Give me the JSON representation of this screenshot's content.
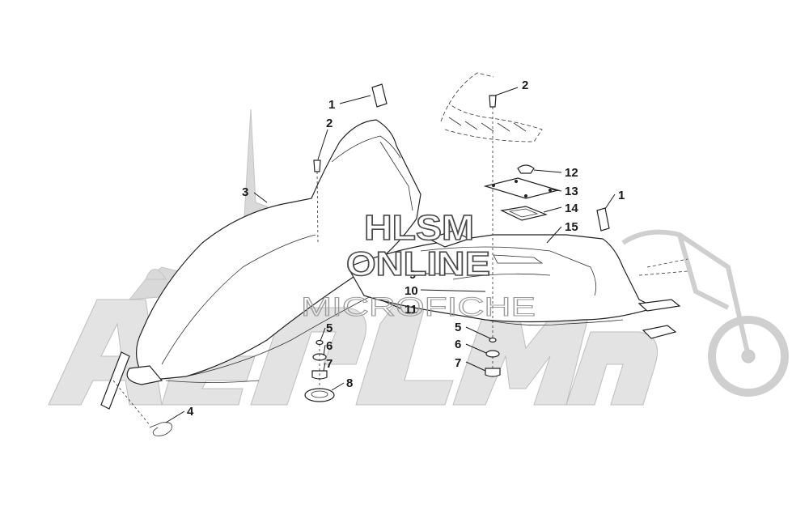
{
  "watermark": {
    "line1": "HLSM",
    "line2": "ONLINE",
    "line3": "MICROFICHE"
  },
  "callouts": [
    {
      "id": "c1a",
      "label": "1"
    },
    {
      "id": "c2a",
      "label": "2"
    },
    {
      "id": "c3",
      "label": "3"
    },
    {
      "id": "c2b",
      "label": "2"
    },
    {
      "id": "c12",
      "label": "12"
    },
    {
      "id": "c13",
      "label": "13"
    },
    {
      "id": "c14",
      "label": "14"
    },
    {
      "id": "c15",
      "label": "15"
    },
    {
      "id": "c1b",
      "label": "1"
    },
    {
      "id": "c9",
      "label": "9"
    },
    {
      "id": "c10",
      "label": "10"
    },
    {
      "id": "c11",
      "label": "11"
    },
    {
      "id": "c5a",
      "label": "5"
    },
    {
      "id": "c6a",
      "label": "6"
    },
    {
      "id": "c7a",
      "label": "7"
    },
    {
      "id": "c8",
      "label": "8"
    },
    {
      "id": "c5b",
      "label": "5"
    },
    {
      "id": "c6b",
      "label": "6"
    },
    {
      "id": "c7b",
      "label": "7"
    },
    {
      "id": "c4",
      "label": "4"
    }
  ],
  "colors": {
    "background": "#ffffff",
    "line": "#222222",
    "watermark_logo": "#cfcfcf"
  }
}
